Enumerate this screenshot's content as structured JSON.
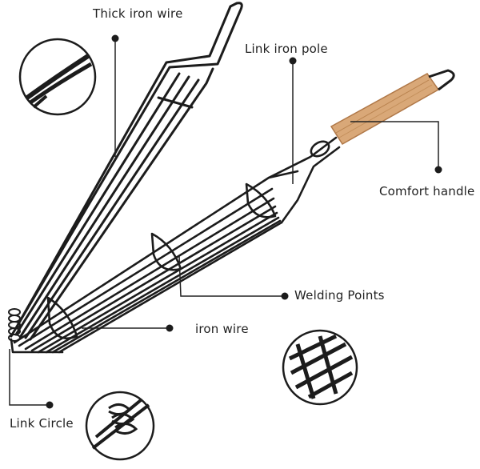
{
  "labels": {
    "thick_iron_wire": "Thick iron wire",
    "link_iron_pole": "Link iron pole",
    "comfort_handle": "Comfort handle",
    "welding_points": "Welding Points",
    "iron_wire": "iron wire",
    "link_circle": "Link Circle"
  },
  "colors": {
    "wire": "#1c1c1c",
    "leader": "#222222",
    "wood": "#d9a878",
    "wood_grain": "#b9834f",
    "background": "#ffffff"
  }
}
